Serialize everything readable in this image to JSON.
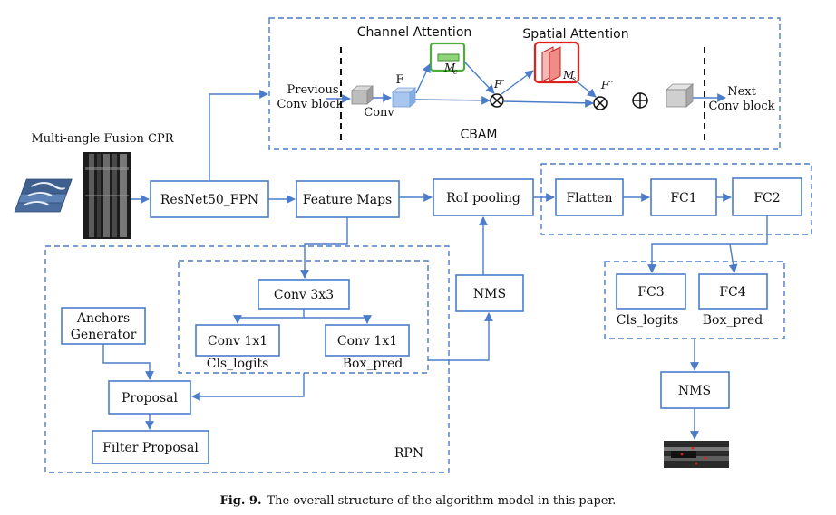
{
  "input_label": "Multi-angle Fusion CPR",
  "boxes": {
    "resnet": "ResNet50_FPN",
    "feature_maps": "Feature Maps",
    "roi_pooling": "RoI pooling",
    "nms_mid": "NMS",
    "flatten": "Flatten",
    "fc1": "FC1",
    "fc2": "FC2",
    "fc3": "FC3",
    "fc4": "FC4",
    "nms_out": "NMS",
    "conv3x3": "Conv 3x3",
    "conv1x1_a": "Conv 1x1",
    "conv1x1_b": "Conv 1x1",
    "anchors_line1": "Anchors",
    "anchors_line2": "Generator",
    "proposal": "Proposal",
    "filter_proposal": "Filter Proposal"
  },
  "labels": {
    "cls_logits_rpn": "Cls_logits",
    "box_pred_rpn": "Box_pred",
    "cls_logits_head": "Cls_logits",
    "box_pred_head": "Box_pred",
    "rpn": "RPN"
  },
  "cbam": {
    "title": "CBAM",
    "channel_attention": "Channel Attention",
    "spatial_attention": "Spatial Attention",
    "previous_line1": "Previous",
    "previous_line2": "Conv block",
    "next_line1": "Next",
    "next_line2": "Conv block",
    "conv": "Conv",
    "f": "F",
    "f_prime": "F′",
    "f_dprime": "F′′",
    "mc": "M",
    "mc_sub": "c",
    "ms": "M",
    "ms_sub": "s"
  },
  "caption": {
    "fig": "Fig. 9.",
    "text": "The overall structure of the algorithm model in this paper."
  },
  "colors": {
    "line": "#4a7cc9",
    "channel_attention": "#4caf3a",
    "spatial_attention": "#e0201b"
  }
}
